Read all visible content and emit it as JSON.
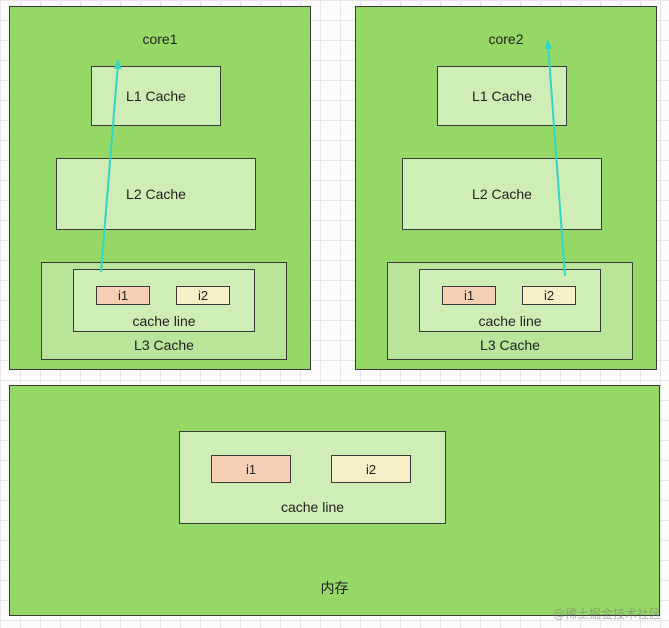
{
  "core1": {
    "title": "core1",
    "l1": "L1 Cache",
    "l2": "L2 Cache",
    "l3": "L3 Cache",
    "cache_line": "cache line",
    "i1": "i1",
    "i2": "i2"
  },
  "core2": {
    "title": "core2",
    "l1": "L1 Cache",
    "l2": "L2 Cache",
    "l3": "L3 Cache",
    "cache_line": "cache line",
    "i1": "i1",
    "i2": "i2"
  },
  "memory": {
    "title": "内存",
    "cache_line": "cache line",
    "i1": "i1",
    "i2": "i2"
  },
  "watermark": "@稀土掘金技术社区",
  "colors": {
    "core_bg": "#96d866",
    "cache_bg": "#cfeeb6",
    "l3_bg": "#b9e49a",
    "i1_bg": "#f7cfb4",
    "i2_bg": "#f6efc8",
    "arrow": "#33d6c6"
  }
}
